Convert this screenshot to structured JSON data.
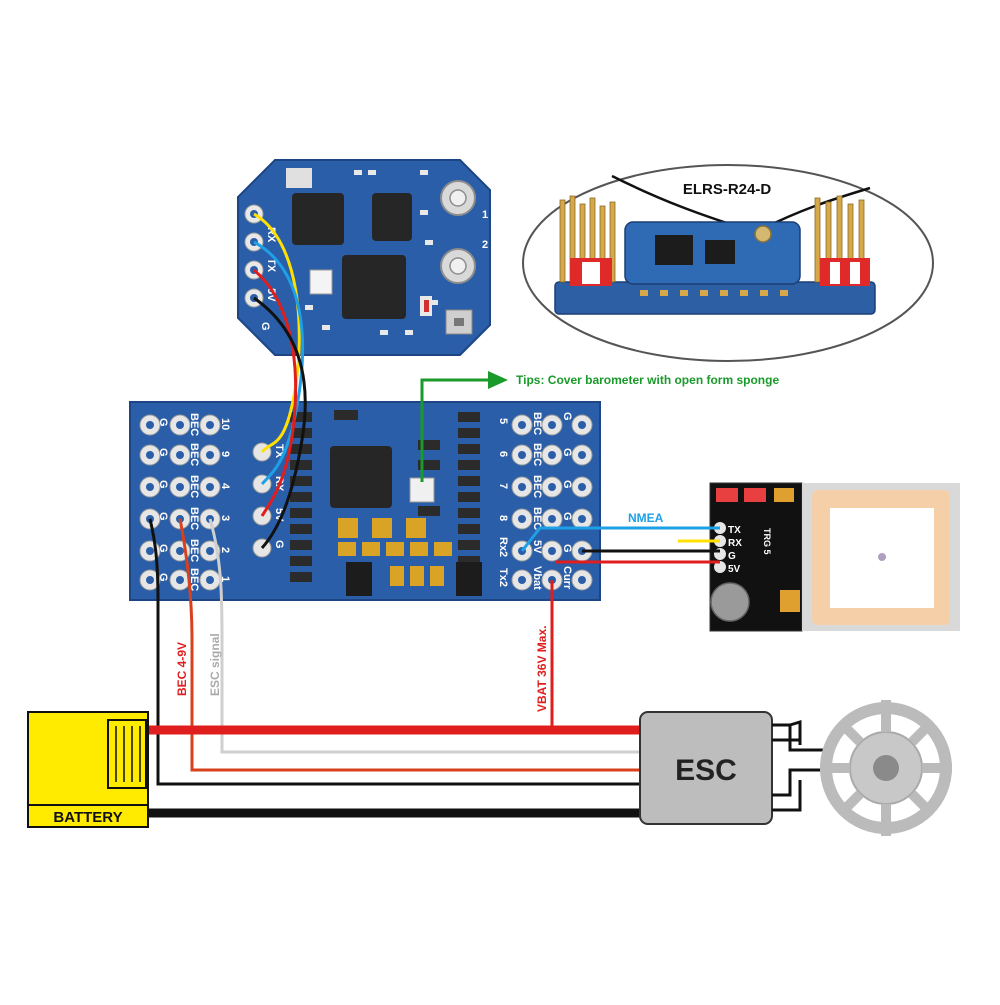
{
  "receiver": {
    "title": "ELRS-R24-D",
    "pads": [
      "G",
      "5V",
      "TX",
      "RX"
    ],
    "antenna_ports": [
      "1",
      "2"
    ]
  },
  "flight_controller": {
    "left_cols": {
      "col1": [
        "G",
        "G",
        "G",
        "G",
        "G",
        "G"
      ],
      "col2": [
        "BEC",
        "BEC",
        "BEC",
        "BEC",
        "BEC",
        "BEC"
      ],
      "col3": [
        "10",
        "9",
        "4",
        "3",
        "2",
        "1"
      ]
    },
    "middle_pins": [
      "TX",
      "RX",
      "5V",
      "G"
    ],
    "right_cols": {
      "col1": [
        "5",
        "6",
        "7",
        "8",
        "Rx2",
        "Tx2"
      ],
      "col2": [
        "BEC",
        "BEC",
        "BEC",
        "BEC",
        "5V",
        "Vbat"
      ],
      "col3": [
        "G",
        "G",
        "G",
        "G",
        "G",
        "Curr"
      ]
    }
  },
  "gps": {
    "pins": [
      "TX",
      "RX",
      "G",
      "5V"
    ],
    "side_label": "TRG 5"
  },
  "labels": {
    "tip": "Tips: Cover barometer with open form sponge",
    "nmea": "NMEA",
    "bec": "BEC 4-9V",
    "esc_signal": "ESC signal",
    "vbat": "VBAT 36V Max.",
    "battery": "BATTERY",
    "esc": "ESC"
  },
  "colors": {
    "pcb_blue": "#2a5ea8",
    "pcb_dark": "#1d4584",
    "wire_red": "#e01e1e",
    "wire_black": "#111111",
    "wire_white": "#cfcfcf",
    "wire_yellow": "#ffe000",
    "wire_blue": "#1ea0e6",
    "wire_orange": "#d9401c",
    "tip_green": "#1a9a2a",
    "battery_yellow": "#ffeb00",
    "esc_gray": "#bdbdbd"
  }
}
